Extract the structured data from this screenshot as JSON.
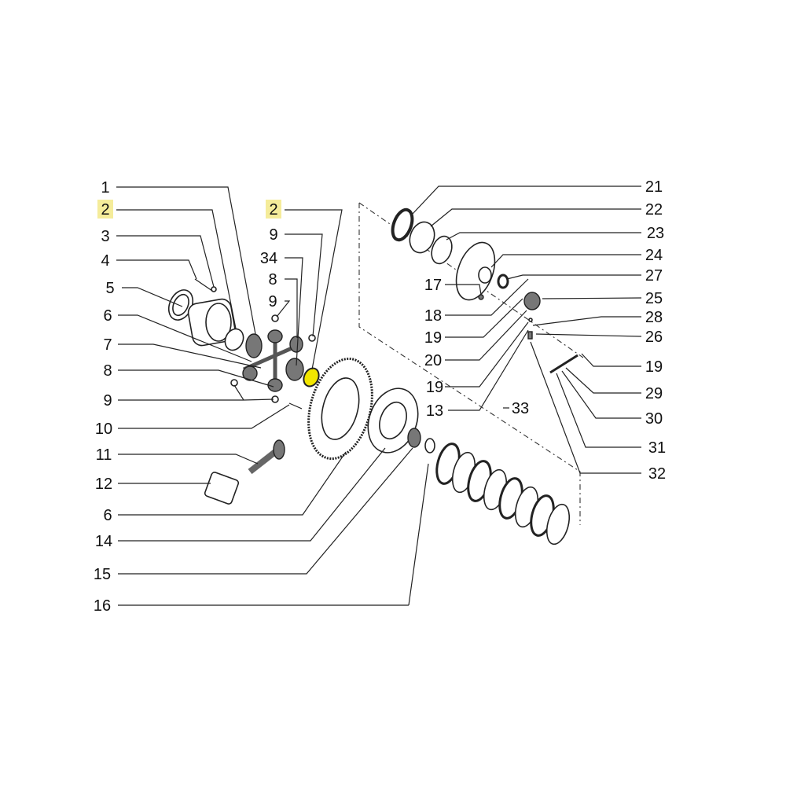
{
  "diagram": {
    "highlight_color": "#f5ec9a",
    "highlighted_part_color": "#f2e600",
    "left_labels": [
      "1",
      "2",
      "3",
      "4",
      "5",
      "6",
      "7",
      "8",
      "9",
      "10",
      "11",
      "12",
      "6",
      "14",
      "15",
      "16"
    ],
    "middle_labels": [
      "2",
      "9",
      "34",
      "8",
      "9"
    ],
    "right_labels": [
      "21",
      "22",
      "23",
      "24",
      "27",
      "25",
      "28",
      "26",
      "19",
      "29",
      "30",
      "31",
      "32"
    ],
    "inner_labels": [
      "17",
      "18",
      "19",
      "20",
      "19",
      "13",
      "33"
    ],
    "highlighted_label": "2"
  }
}
